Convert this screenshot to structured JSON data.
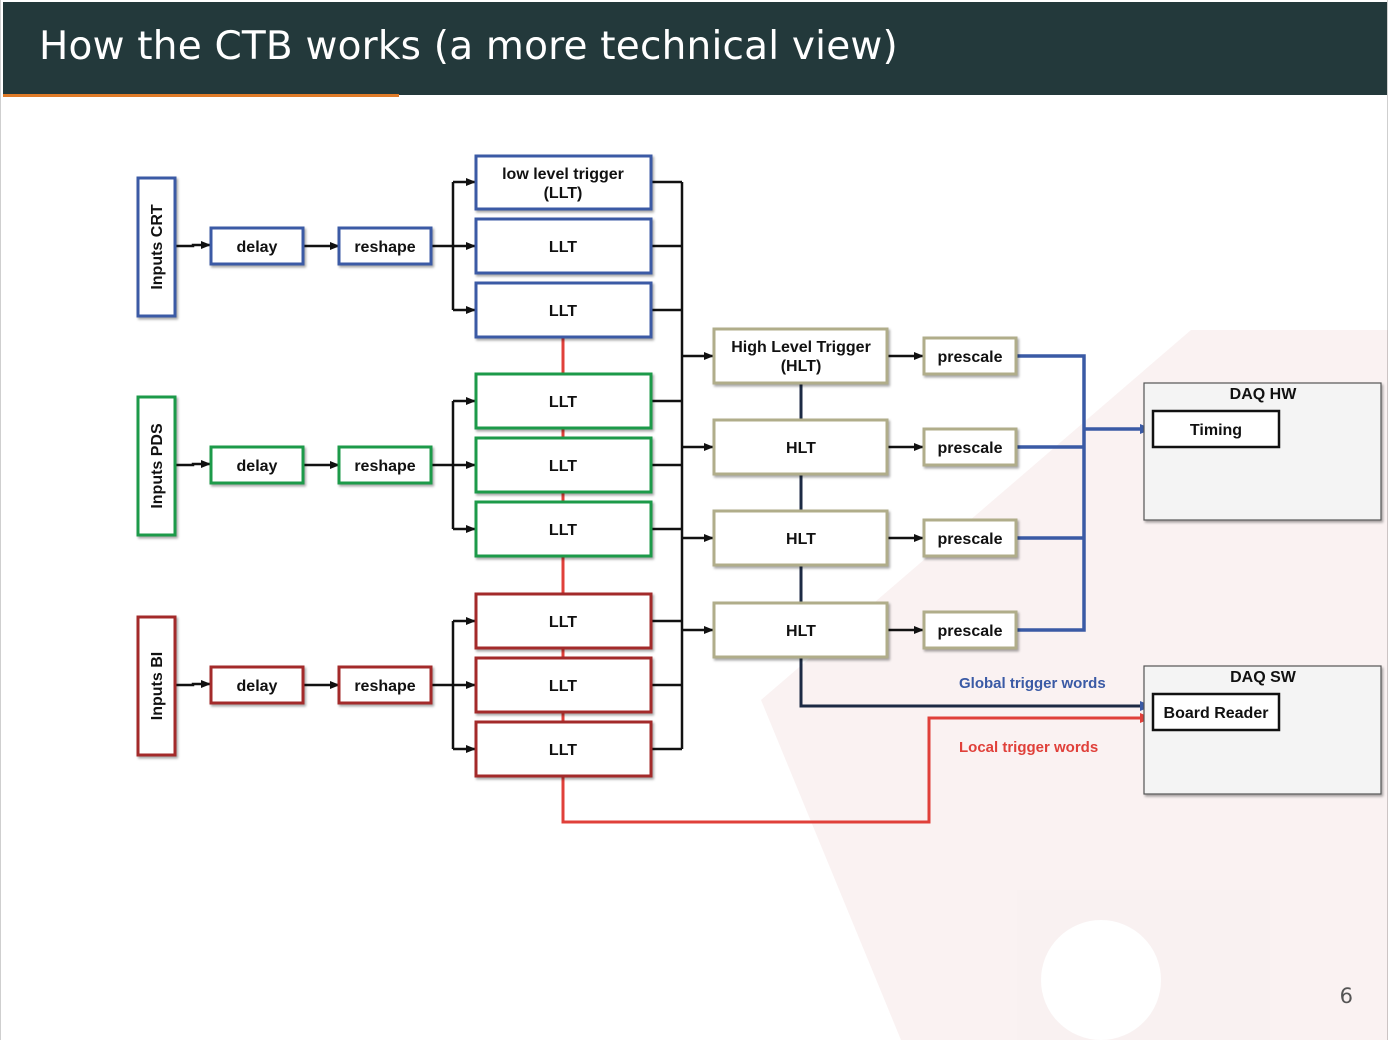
{
  "slide": {
    "title": "How the CTB works (a more technical view)",
    "page_number": "6"
  },
  "colors": {
    "title_bar": "#23393b",
    "accent": "#e07b28",
    "crt": "#3a5aa5",
    "pds": "#1e9a4a",
    "bi": "#a32a2a",
    "hlt": "#b0ad8a",
    "global_link": "#3a5aa5",
    "local_link": "#e0403a"
  },
  "inputs": {
    "crt": "Inputs CRT",
    "pds": "Inputs PDS",
    "bi": "Inputs BI"
  },
  "stages": {
    "delay": "delay",
    "reshape": "reshape"
  },
  "llt": {
    "first_line1": "low level trigger",
    "first_line2": "(LLT)",
    "label": "LLT"
  },
  "hlt": {
    "first_line1": "High Level Trigger",
    "first_line2": "(HLT)",
    "label": "HLT",
    "prescale": "prescale"
  },
  "daq_hw": {
    "title": "DAQ HW",
    "timing": "Timing"
  },
  "daq_sw": {
    "title": "DAQ SW",
    "board_reader": "Board Reader"
  },
  "annotations": {
    "global": "Global trigger words",
    "local": "Local trigger words"
  }
}
